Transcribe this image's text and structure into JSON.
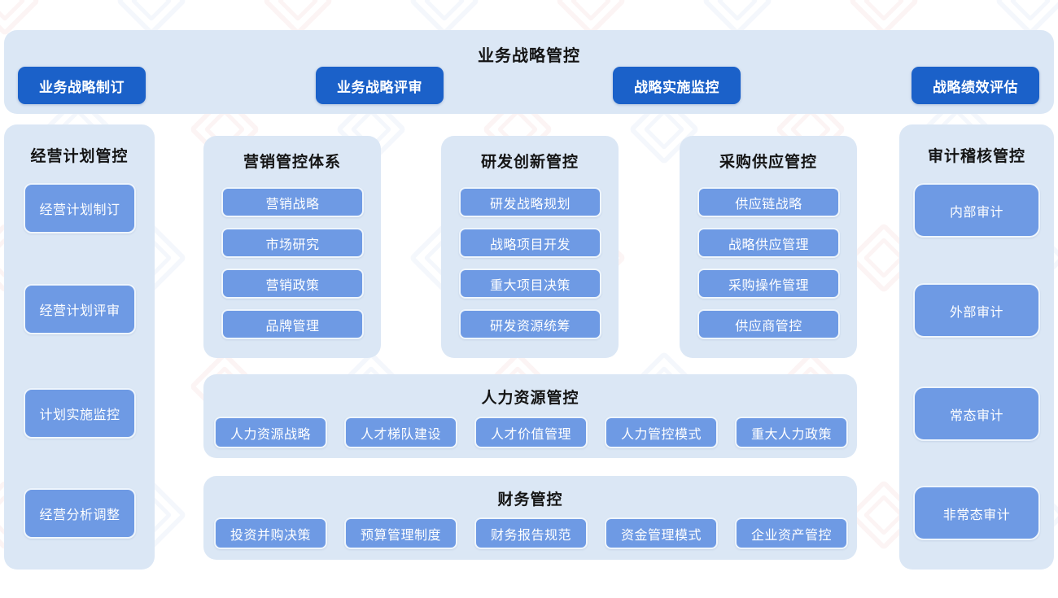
{
  "top_banner": {
    "title": "业务战略管控",
    "buttons": [
      "业务战略制订",
      "业务战略评审",
      "战略实施监控",
      "战略绩效评估"
    ]
  },
  "left_panel": {
    "title": "经营计划管控",
    "items": [
      "经营计划制订",
      "经营计划评审",
      "计划实施监控",
      "经营分析调整"
    ]
  },
  "middle_panels": [
    {
      "title": "营销管控体系",
      "items": [
        "营销战略",
        "市场研究",
        "营销政策",
        "品牌管理"
      ]
    },
    {
      "title": "研发创新管控",
      "items": [
        "研发战略规划",
        "战略项目开发",
        "重大项目决策",
        "研发资源统筹"
      ]
    },
    {
      "title": "采购供应管控",
      "items": [
        "供应链战略",
        "战略供应管理",
        "采购操作管理",
        "供应商管控"
      ]
    }
  ],
  "bottom_panels": [
    {
      "title": "人力资源管控",
      "items": [
        "人力资源战略",
        "人才梯队建设",
        "人才价值管理",
        "人力管控模式",
        "重大人力政策"
      ]
    },
    {
      "title": "财务管控",
      "items": [
        "投资并购决策",
        "预算管理制度",
        "财务报告规范",
        "资金管理模式",
        "企业资产管控"
      ]
    }
  ],
  "right_panel": {
    "title": "审计稽核管控",
    "items": [
      "内部审计",
      "外部审计",
      "常态审计",
      "非常态审计"
    ]
  },
  "colors": {
    "dark_button": "#1b61c9",
    "medium_button": "#6e9ae4",
    "panel_background": "#dbe7f5",
    "title_text": "#141414",
    "button_text": "#ffffff",
    "page_background": "#ffffff",
    "watermark_red": "#d05050",
    "watermark_blue": "#4a78d0"
  },
  "icons": {
    "watermark": "diamond-logo-icon"
  }
}
